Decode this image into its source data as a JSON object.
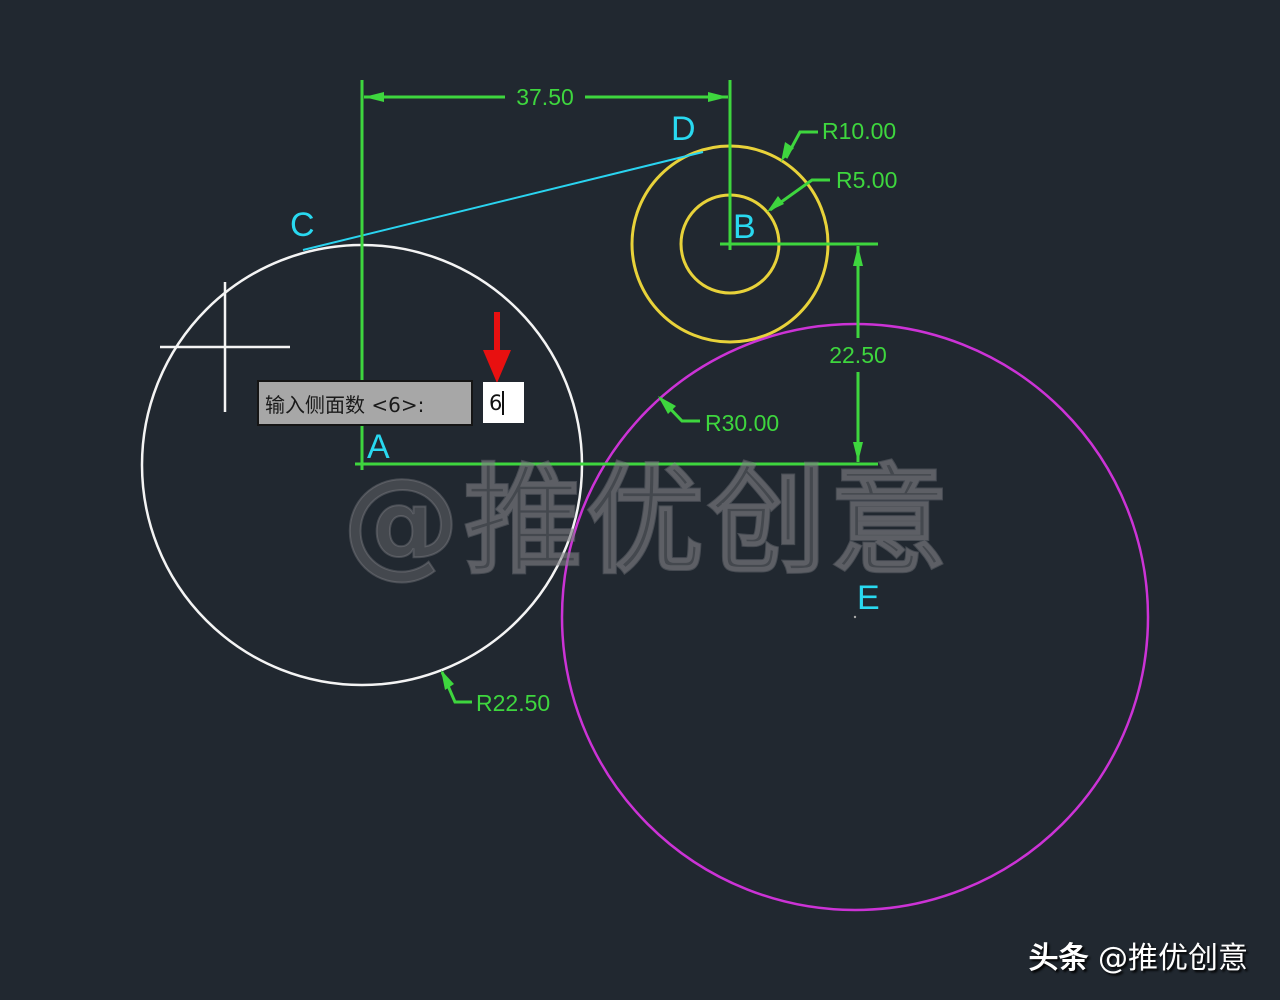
{
  "colors": {
    "background": "#212830",
    "dimension": "#3ed63e",
    "label": "#29d9f0",
    "circle_a": "#ffffff",
    "circle_b": "#e8d23a",
    "circle_e": "#cc33d6",
    "tangent_line": "#2ad4f0",
    "arrow": "#e81010"
  },
  "points": {
    "A": "A",
    "B": "B",
    "C": "C",
    "D": "D",
    "E": "E"
  },
  "dimensions": {
    "horizontal": "37.50",
    "vertical": "22.50",
    "radius_b_outer": "R10.00",
    "radius_b_inner": "R5.00",
    "radius_e": "R30.00",
    "radius_a": "R22.50"
  },
  "command_prompt": {
    "label": "输入侧面数 <6>:",
    "value": "6"
  },
  "watermark": "@推优创意",
  "footer": {
    "platform": "头条",
    "handle": "@推优创意"
  },
  "cursor": "crosshair-icon"
}
